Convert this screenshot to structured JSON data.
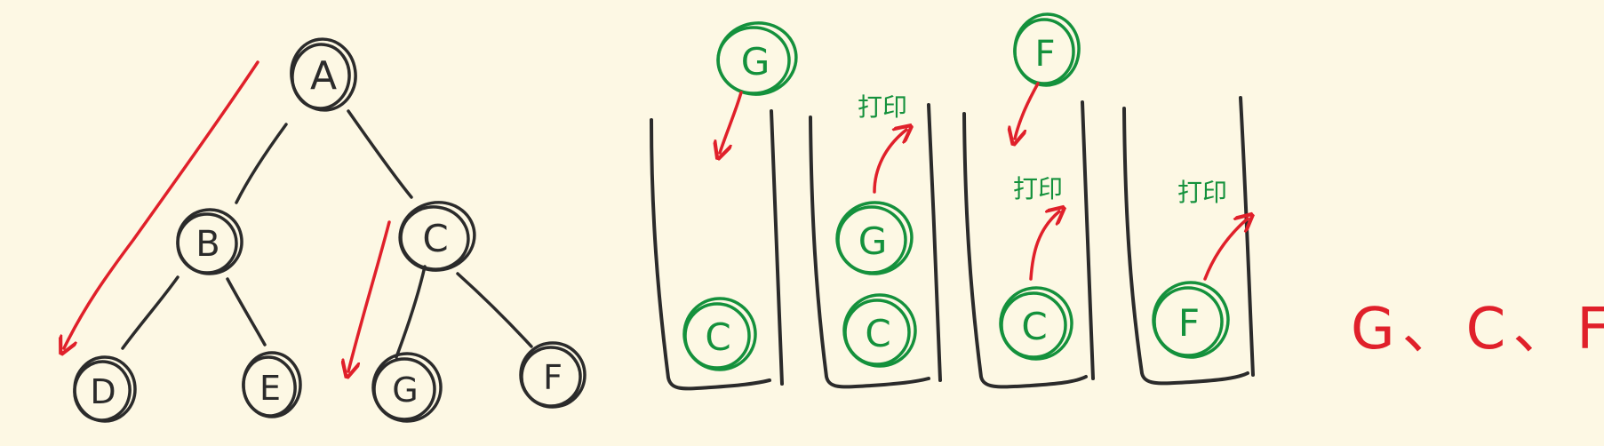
{
  "colors": {
    "background": "#fdf8e4",
    "ink": "#2b2b2b",
    "green": "#14913c",
    "red": "#e0202a"
  },
  "tree": {
    "nodes": [
      "A",
      "B",
      "C",
      "D",
      "E",
      "G",
      "F"
    ]
  },
  "stacks": [
    {
      "top_outside": "G",
      "items": [
        "C"
      ],
      "pop_label": ""
    },
    {
      "top_outside": "",
      "items": [
        "C",
        "G"
      ],
      "pop_label": "打印"
    },
    {
      "top_outside": "F",
      "items": [
        "C"
      ],
      "pop_label": "打印"
    },
    {
      "top_outside": "",
      "items": [
        "F"
      ],
      "pop_label": "打印"
    }
  ],
  "result": {
    "text": "G、C、F"
  }
}
